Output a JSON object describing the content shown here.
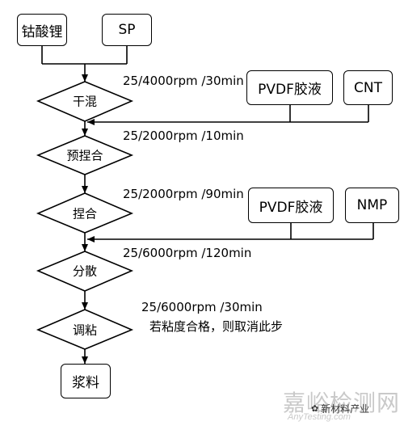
{
  "nodes": {
    "licoo2": "钴酸锂",
    "sp": "SP",
    "pvdf1": "PVDF胶液",
    "cnt": "CNT",
    "pvdf2": "PVDF胶液",
    "nmp": "NMP",
    "slurry": "浆料"
  },
  "steps": {
    "dry_mix": "干混",
    "pre_knead": "预捏合",
    "knead": "捏合",
    "disperse": "分散",
    "adjust": "调粘"
  },
  "params": {
    "dry_mix": "25/4000rpm /30min",
    "pre_knead": "25/2000rpm /10min",
    "knead": "25/2000rpm /90min",
    "disperse": "25/6000rpm /120min",
    "adjust": "25/6000rpm /30min",
    "adjust_note": "若粘度合格，则取消此步"
  },
  "watermark": {
    "brand": "新材料产业",
    "site_cn": "嘉峪检测网",
    "site_en": "AnyTesting.com"
  },
  "colors": {
    "line": "#000000",
    "watermark": "#c9c9c9"
  }
}
